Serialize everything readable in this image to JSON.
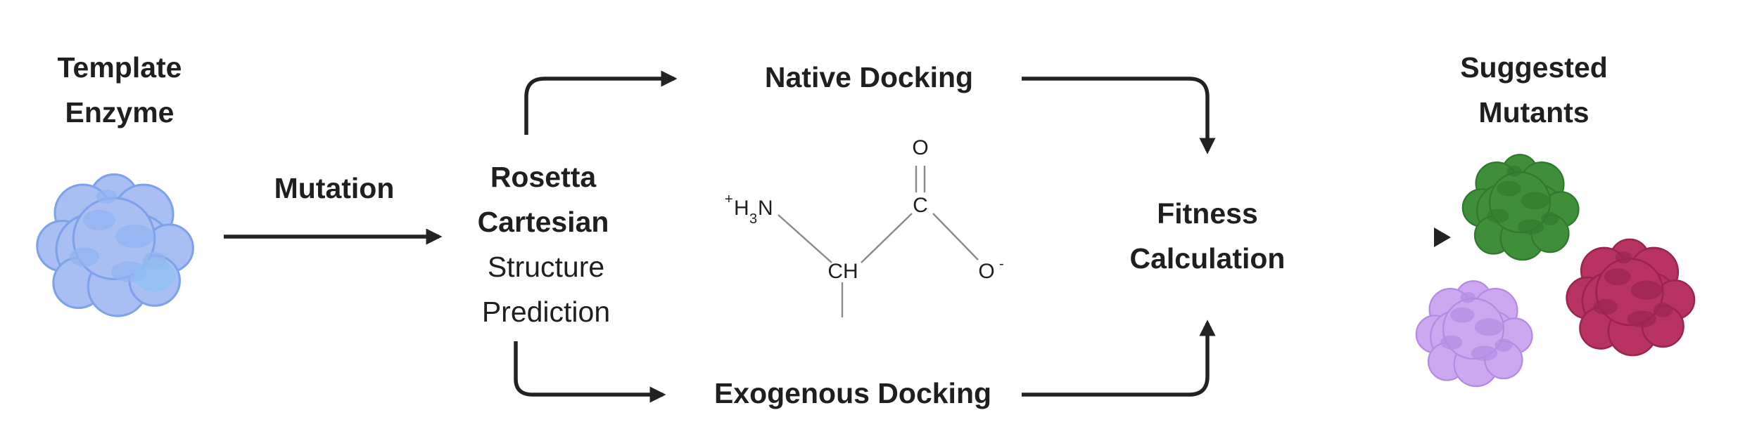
{
  "colors": {
    "template_enzyme": "#a9bff3",
    "template_enzyme_shade": "#8fb2f0",
    "mutant_green": "#3a8a3a",
    "mutant_green_shade": "#2f7a2f",
    "mutant_crimson": "#b52f5c",
    "mutant_crimson_shade": "#9c2450",
    "mutant_lavender": "#c9a3ee",
    "mutant_lavender_shade": "#b58ce4",
    "arrow": "#222222",
    "text": "#1f1f1f"
  },
  "labels": {
    "template_line1": "Template",
    "template_line2": "Enzyme",
    "mutation": "Mutation",
    "rosetta_line1": "Rosetta",
    "rosetta_line2": "Cartesian",
    "rosetta_line3": "Structure",
    "rosetta_line4": "Prediction",
    "native_docking": "Native Docking",
    "exogenous_docking": "Exogenous Docking",
    "fitness_line1": "Fitness",
    "fitness_line2": "Calculation",
    "suggested_line1": "Suggested",
    "suggested_line2": "Mutants"
  },
  "molecule": {
    "oxygen_top": "O",
    "carbon": "C",
    "amine_prefix": "+",
    "amine_h": "H",
    "amine_sub": "3",
    "amine_n": "N",
    "alpha_carbon": "CH",
    "oxygen_minus": "O",
    "oxygen_charge": "-"
  },
  "icons": {
    "template_enzyme": "protein-blob-icon",
    "mutants": [
      "protein-blob-icon",
      "protein-blob-icon",
      "protein-blob-icon"
    ]
  }
}
